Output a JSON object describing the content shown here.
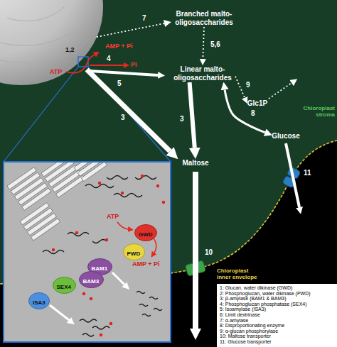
{
  "diagram": {
    "nodes": [
      {
        "text": [
          "Branched malto- oligosaccharides"
        ]
      },
      {
        "text": [
          "Linear malto- oligosaccharides"
        ]
      },
      {
        "text": [
          "Glc1P"
        ]
      },
      {
        "text": [
          "Glucose"
        ]
      },
      {
        "text": [
          "Maltose"
        ]
      },
      {
        "text": [
          "GWD"
        ]
      },
      {
        "text": [
          "PWD"
        ]
      },
      {
        "text": [
          "BAM1"
        ]
      },
      {
        "text": [
          "BAM3"
        ]
      },
      {
        "text": [
          "SEX4"
        ]
      },
      {
        "text": [
          "ISA3"
        ]
      },
      {
        "text": [
          "1: Glucan, water dikinase (GWD)",
          "2: Phosphoglucan, water dikinase (PWD)",
          "3: β-amylase (BAM1 & BAM3)",
          "4: Phosphoglucan phosphatase (SEX4)",
          "5: Isoamylase (ISA3)",
          "6: Limit dextrinase",
          "7: α-amylase",
          "8: Disproportionating enzyme",
          "9: α-glucan phosphorylase",
          "10: Maltose transporter",
          "11: Glucose transporter"
        ]
      }
    ],
    "edges": [
      {
        "from": 0,
        "to": 1,
        "arrow": "to",
        "label": "5,6"
      },
      {
        "from": 1,
        "to": 4,
        "arrow": "to",
        "label": "3"
      },
      {
        "from": 1,
        "to": 2,
        "arrow": "to",
        "label": "9"
      },
      {
        "from": 1,
        "to": 3,
        "arrow": "both",
        "label": "8"
      }
    ],
    "labels": [
      "1,2",
      "AMP + Pi",
      "ATP",
      "4",
      "Pi",
      "5",
      "3",
      "7",
      "Chloroplast stroma",
      "10",
      "11",
      "Chloroplast inner envelope",
      "ATP",
      "AMP + Pi"
    ]
  }
}
